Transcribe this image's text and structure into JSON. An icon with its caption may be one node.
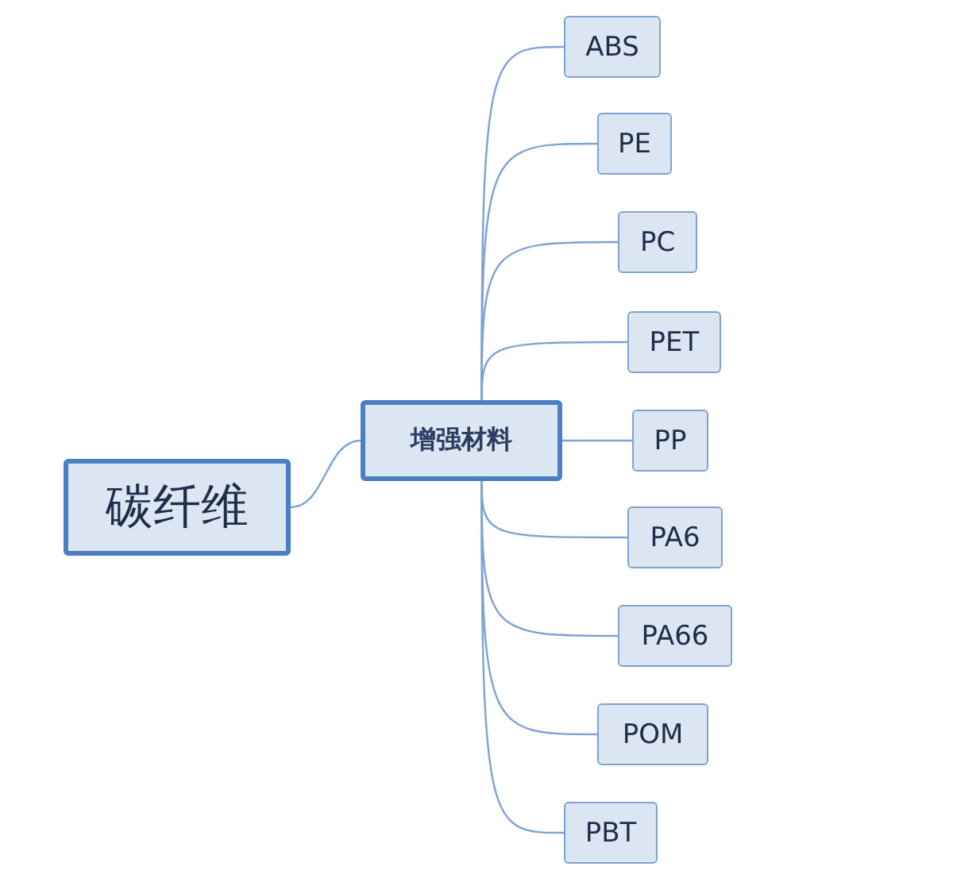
{
  "diagram": {
    "nodes": [
      {
        "text": [
          "碳纤维"
        ]
      },
      {
        "text": [
          "增强材料"
        ]
      },
      {
        "text": [
          "ABS"
        ]
      },
      {
        "text": [
          "PE"
        ]
      },
      {
        "text": [
          "PC"
        ]
      },
      {
        "text": [
          "PET"
        ]
      },
      {
        "text": [
          "PP"
        ]
      },
      {
        "text": [
          "PA6"
        ]
      },
      {
        "text": [
          "PA66"
        ]
      },
      {
        "text": [
          "POM"
        ]
      },
      {
        "text": [
          "PBT"
        ]
      }
    ],
    "edges": [
      {
        "from": 0,
        "to": 1,
        "arrow": "none"
      },
      {
        "from": 1,
        "to": 2,
        "arrow": "none"
      },
      {
        "from": 1,
        "to": 3,
        "arrow": "none"
      },
      {
        "from": 1,
        "to": 4,
        "arrow": "none"
      },
      {
        "from": 1,
        "to": 5,
        "arrow": "none"
      },
      {
        "from": 1,
        "to": 6,
        "arrow": "none"
      },
      {
        "from": 1,
        "to": 7,
        "arrow": "none"
      },
      {
        "from": 1,
        "to": 8,
        "arrow": "none"
      },
      {
        "from": 1,
        "to": 9,
        "arrow": "none"
      },
      {
        "from": 1,
        "to": 10,
        "arrow": "none"
      }
    ]
  }
}
